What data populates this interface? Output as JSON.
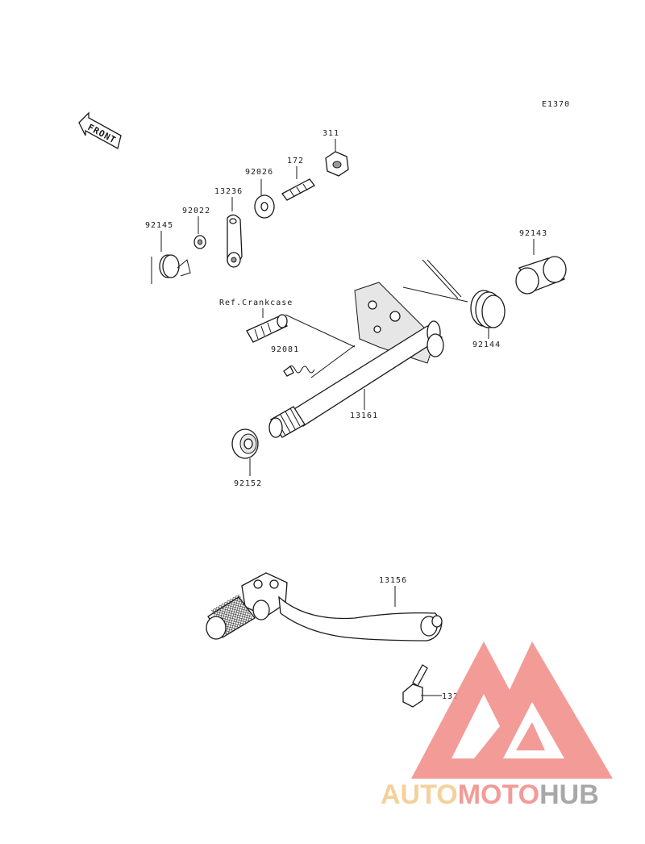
{
  "diagram": {
    "code": "E1370",
    "front_label": "FRONT",
    "ref_label": "Ref.Crankcase",
    "parts": {
      "p311": "311",
      "p172": "172",
      "p92026": "92026",
      "p13236": "13236",
      "p92022": "92022",
      "p92145": "92145",
      "p92143": "92143",
      "p92081": "92081",
      "p92144": "92144",
      "p13161": "13161",
      "p92152": "92152",
      "p13156": "13156",
      "p132": "132"
    }
  },
  "watermark": {
    "part1": "AUTO",
    "part2": "MOTO",
    "part3": "HUB",
    "colors": {
      "auto": "#f3c98a",
      "moto": "#f28a86",
      "hub": "#9a9a9a",
      "triangle": "#f28a86"
    }
  }
}
